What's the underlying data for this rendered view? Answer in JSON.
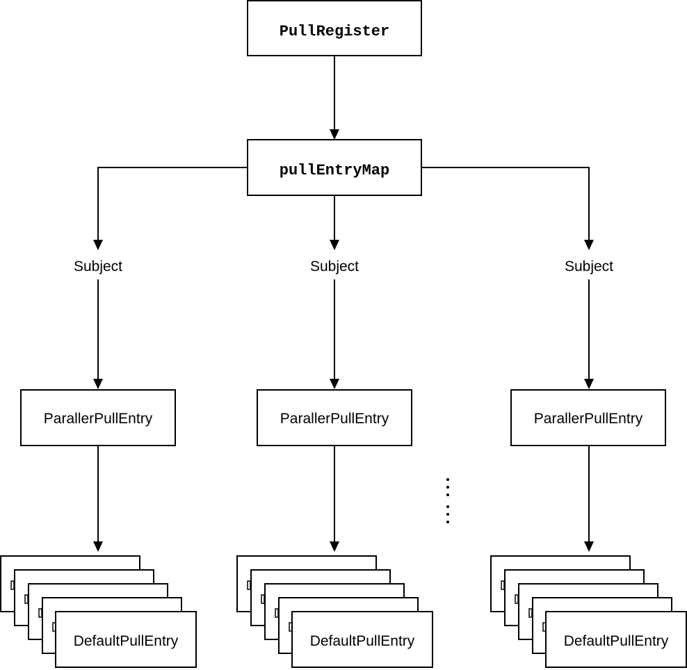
{
  "root": {
    "label": "PullRegister"
  },
  "map": {
    "label": "pullEntryMap"
  },
  "branches": [
    {
      "subject_label": "Subject",
      "parallel_label": "ParallerPullEntry",
      "default_label": "DefaultPullEntry"
    },
    {
      "subject_label": "Subject",
      "parallel_label": "ParallerPullEntry",
      "default_label": "DefaultPullEntry"
    },
    {
      "subject_label": "Subject",
      "parallel_label": "ParallerPullEntry",
      "default_label": "DefaultPullEntry"
    }
  ],
  "colors": {
    "stroke": "#000000",
    "fill": "#ffffff"
  }
}
